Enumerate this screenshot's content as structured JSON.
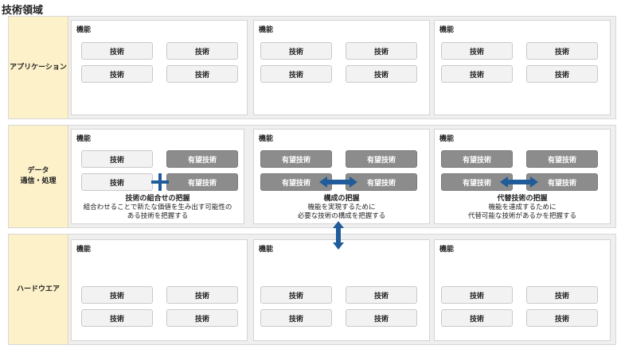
{
  "page": {
    "title": "技術領域"
  },
  "colors": {
    "arrow": "#1f5c99",
    "hope_button": "#8c8c8c",
    "label_bg": "#fdf1c9"
  },
  "panel_heading": "機能",
  "std_label": "技術",
  "hope_label": "有望技術",
  "bands": [
    {
      "label": [
        "アプリケーション"
      ]
    },
    {
      "label": [
        "データ",
        "通信・処理"
      ]
    },
    {
      "label": [
        "ハードウエア"
      ]
    }
  ],
  "captions": [
    {
      "title": "技術の組合せの把握",
      "lines": [
        "組合わせることで新たな価値を生み出す可能性の",
        "ある技術を把握する"
      ]
    },
    {
      "title": "構成の把握",
      "lines": [
        "機能を実現するために",
        "必要な技術の構成を把握する"
      ]
    },
    {
      "title": "代替技術の把握",
      "lines": [
        "機能を達成するために",
        "代替可能な技術があるかを把握する"
      ]
    }
  ],
  "connectors": {
    "plus": "plus-icon",
    "horizontal": "double-arrow-horizontal-icon",
    "vertical": "double-arrow-vertical-icon"
  }
}
